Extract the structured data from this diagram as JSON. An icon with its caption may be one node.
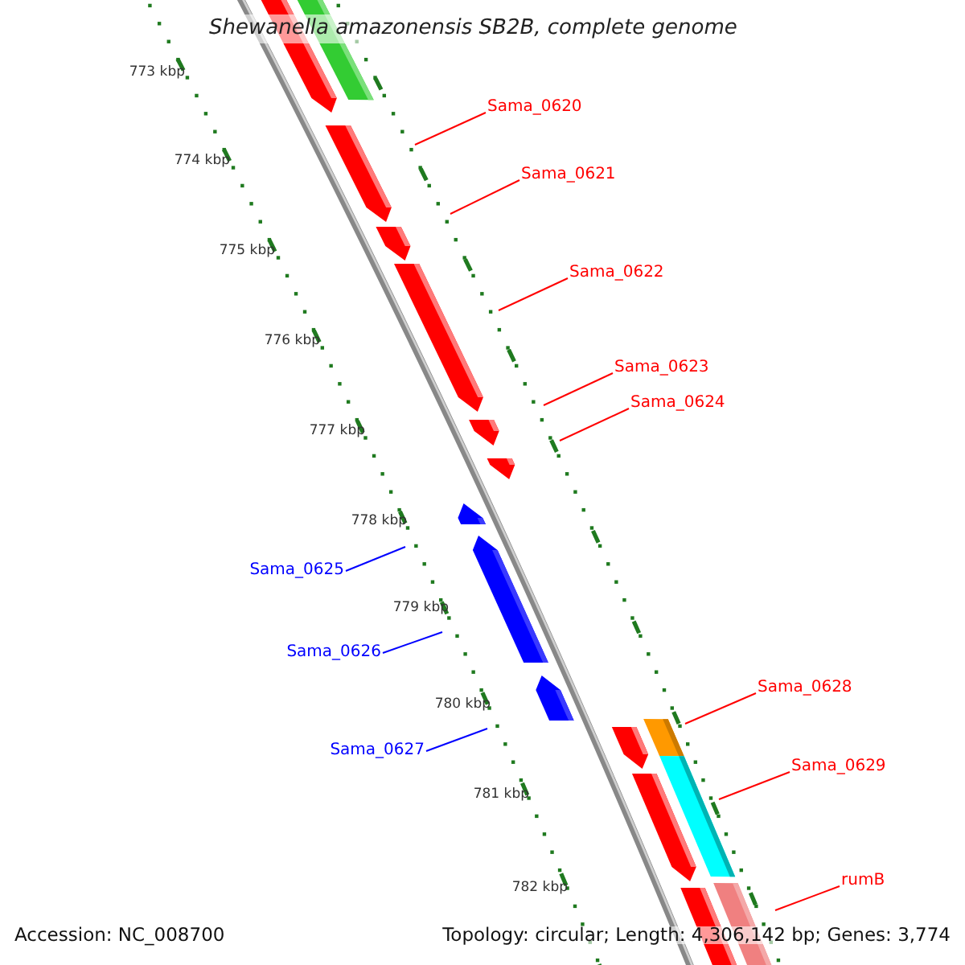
{
  "diagram": {
    "title": "Shewanella amazonensis SB2B, complete genome",
    "nodes": [
      {
        "text": [
          "Sama_0620"
        ]
      },
      {
        "text": [
          "Sama_0621"
        ]
      },
      {
        "text": [
          "Sama_0622"
        ]
      },
      {
        "text": [
          "Sama_0623"
        ]
      },
      {
        "text": [
          "Sama_0624"
        ]
      },
      {
        "text": [
          "Sama_0625"
        ]
      },
      {
        "text": [
          "Sama_0626"
        ]
      },
      {
        "text": [
          "Sama_0627"
        ]
      },
      {
        "text": [
          "Sama_0628"
        ]
      },
      {
        "text": [
          "Sama_0629"
        ]
      },
      {
        "text": [
          "rumB"
        ]
      }
    ],
    "edges": [
      {
        "from": 0,
        "to": null,
        "arrow": "none"
      },
      {
        "from": 1,
        "to": null,
        "arrow": "none"
      },
      {
        "from": 2,
        "to": null,
        "arrow": "none"
      },
      {
        "from": 3,
        "to": null,
        "arrow": "none"
      },
      {
        "from": 4,
        "to": null,
        "arrow": "none"
      },
      {
        "from": 5,
        "to": null,
        "arrow": "none",
        "color": "#0000ff"
      },
      {
        "from": 6,
        "to": null,
        "arrow": "none",
        "color": "#0000ff"
      },
      {
        "from": 7,
        "to": null,
        "arrow": "none",
        "color": "#0000ff"
      },
      {
        "from": 8,
        "to": null,
        "arrow": "none"
      },
      {
        "from": 9,
        "to": null,
        "arrow": "none"
      },
      {
        "from": 10,
        "to": null,
        "arrow": "none"
      }
    ],
    "labels": [
      "773 kbp",
      "774 kbp",
      "775 kbp",
      "776 kbp",
      "777 kbp",
      "778 kbp",
      "779 kbp",
      "780 kbp",
      "781 kbp",
      "782 kbp",
      "Accession: NC_008700",
      "Topology: circular; Length: 4,306,142 bp; Genes: 3,774"
    ]
  }
}
